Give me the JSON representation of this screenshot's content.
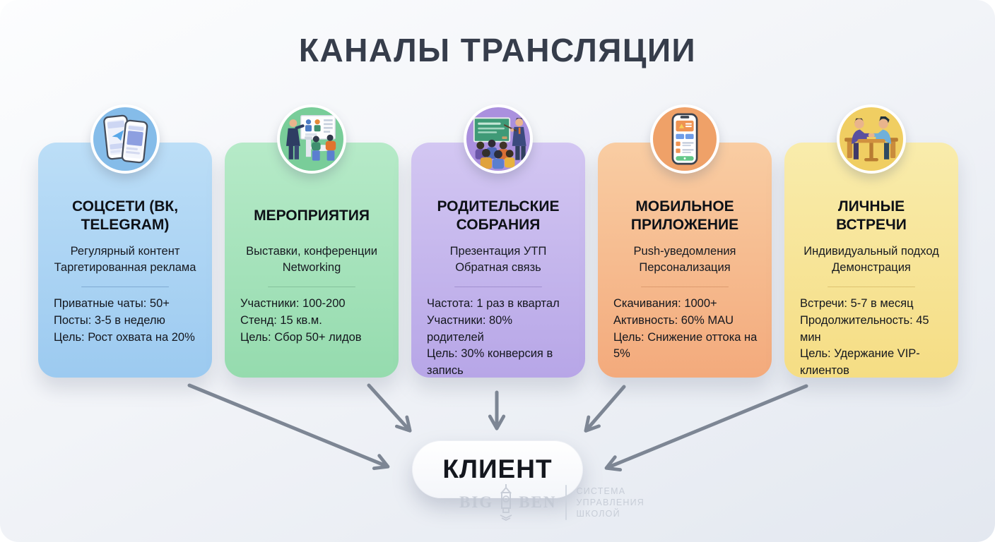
{
  "page": {
    "title": "КАНАЛЫ ТРАНСЛЯЦИИ"
  },
  "cards": [
    {
      "title": "СОЦСЕТИ (ВК, TELEGRAM)",
      "icon": "smartphones-social-icon",
      "subtitle_lines": [
        "Регулярный контент",
        "Таргетированная реклама"
      ],
      "stats": [
        "Приватные чаты: 50+",
        "Посты: 3-5 в неделю",
        "Цель: Рост охвата на 20%"
      ],
      "colors": {
        "card_top": "#bcdef7",
        "card_bottom": "#9ccaf0",
        "circle": "#85bce9",
        "divider": "#7fa9d2"
      }
    },
    {
      "title": "МЕРОПРИЯТИЯ",
      "icon": "conference-presentation-icon",
      "subtitle_lines": [
        "Выставки, конференции",
        "Networking"
      ],
      "stats": [
        "Участники: 100-200",
        "Стенд: 15 кв.м.",
        "Цель: Сбор 50+ лидов"
      ],
      "colors": {
        "card_top": "#b6eac8",
        "card_bottom": "#95dbae",
        "circle": "#79cd99",
        "divider": "#84c29c"
      }
    },
    {
      "title": "РОДИТЕЛЬСКИЕ СОБРАНИЯ",
      "icon": "classroom-lecture-icon",
      "subtitle_lines": [
        "Презентация УТП",
        "Обратная связь"
      ],
      "stats": [
        "Частота: 1 раз в квартал",
        "Участники: 80% родителей",
        "Цель: 30% конверсия в запись"
      ],
      "colors": {
        "card_top": "#d3c7f2",
        "card_bottom": "#b7a6e7",
        "circle": "#aa90de",
        "divider": "#a08fd0"
      }
    },
    {
      "title": "МОБИЛЬНОЕ ПРИЛОЖЕНИЕ",
      "icon": "mobile-app-icon",
      "subtitle_lines": [
        "Push-уведомления",
        "Персонализация"
      ],
      "stats": [
        "Скачивания: 1000+",
        "Активность: 60% MAU",
        "Цель: Снижение оттока на 5%"
      ],
      "colors": {
        "card_top": "#f9cda3",
        "card_bottom": "#f3aa7c",
        "circle": "#efa168",
        "divider": "#dd9a6f"
      }
    },
    {
      "title": "ЛИЧНЫЕ ВСТРЕЧИ",
      "icon": "one-on-one-meeting-icon",
      "subtitle_lines": [
        "Индивидуальный подход",
        "Демонстрация"
      ],
      "stats": [
        "Встречи: 5-7 в месяц",
        "Продолжительность: 45 мин",
        "Цель: Удержание VIP-клиентов"
      ],
      "colors": {
        "card_top": "#f9ecac",
        "card_bottom": "#f5dd84",
        "circle": "#f0ce62",
        "divider": "#ddc270"
      }
    }
  ],
  "client": {
    "label": "КЛИЕНТ"
  },
  "logo": {
    "brand_left": "BIG",
    "brand_right": "BEN",
    "tagline_lines": [
      "СИСТЕМА",
      "УПРАВЛЕНИЯ",
      "ШКОЛОЙ"
    ]
  },
  "arrow_color": "#7d8694"
}
